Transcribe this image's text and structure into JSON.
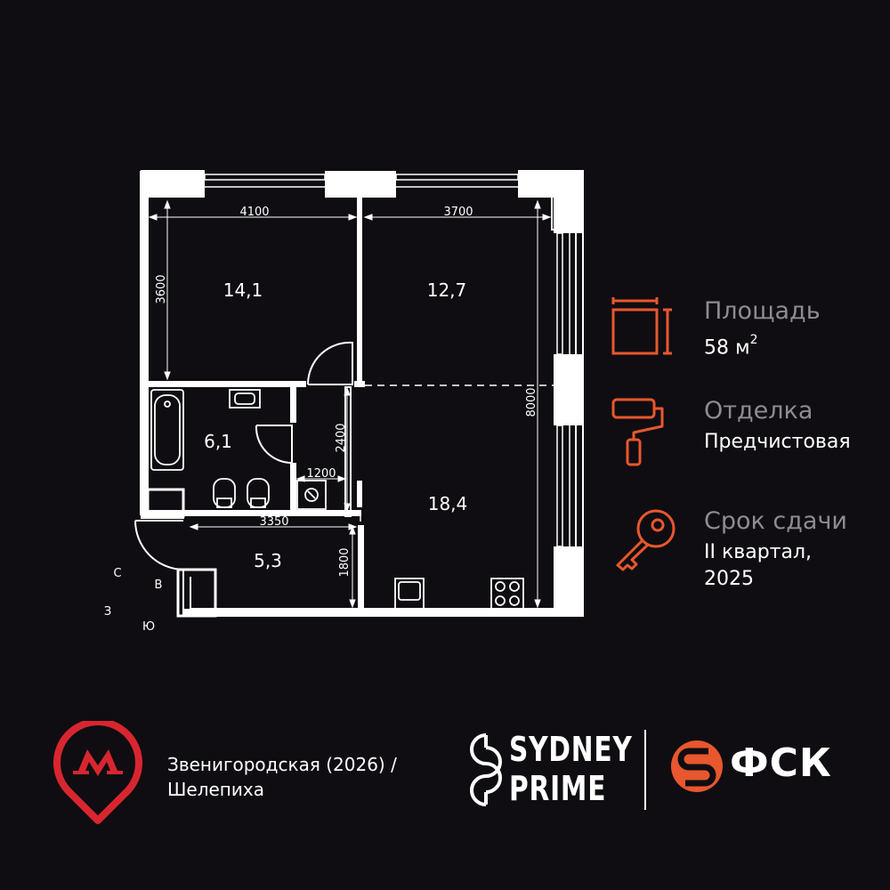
{
  "rooms": [
    {
      "id": "room-14",
      "area": "14,1"
    },
    {
      "id": "room-12",
      "area": "12,7"
    },
    {
      "id": "bath",
      "area": "6,1"
    },
    {
      "id": "kitchen",
      "area": "18,4"
    },
    {
      "id": "hall",
      "area": "5,3"
    }
  ],
  "dimensions": {
    "d4100": "4100",
    "d3700": "3700",
    "d3600": "3600",
    "d8000": "8000",
    "d2400": "2400",
    "d1200": "1200",
    "d3350": "3350",
    "d1800": "1800"
  },
  "compass": {
    "north": "С",
    "east": "В",
    "west": "З",
    "south": "Ю"
  },
  "info": {
    "area_label": "Площадь",
    "area_value": "58 м",
    "area_unit_sup": "2",
    "finish_label": "Отделка",
    "finish_value": "Предчистовая",
    "deadline_label": "Срок сдачи",
    "deadline_line1": "II квартал,",
    "deadline_line2": "2025"
  },
  "footer": {
    "metro_line1": "Звенигородская (2026) /",
    "metro_line2": "Шелепиха",
    "brand_word1": "SYDNEY",
    "brand_word2": "PRIME",
    "developer": "ФСК"
  },
  "colors": {
    "background": "#0f0d12",
    "accent": "#e8572e",
    "metro_red": "#d7262f",
    "label_gray": "#8e8b93"
  },
  "icons": [
    "area-icon",
    "paint-roller-icon",
    "key-icon",
    "metro-icon",
    "sydney-s-icon",
    "fsk-icon"
  ]
}
